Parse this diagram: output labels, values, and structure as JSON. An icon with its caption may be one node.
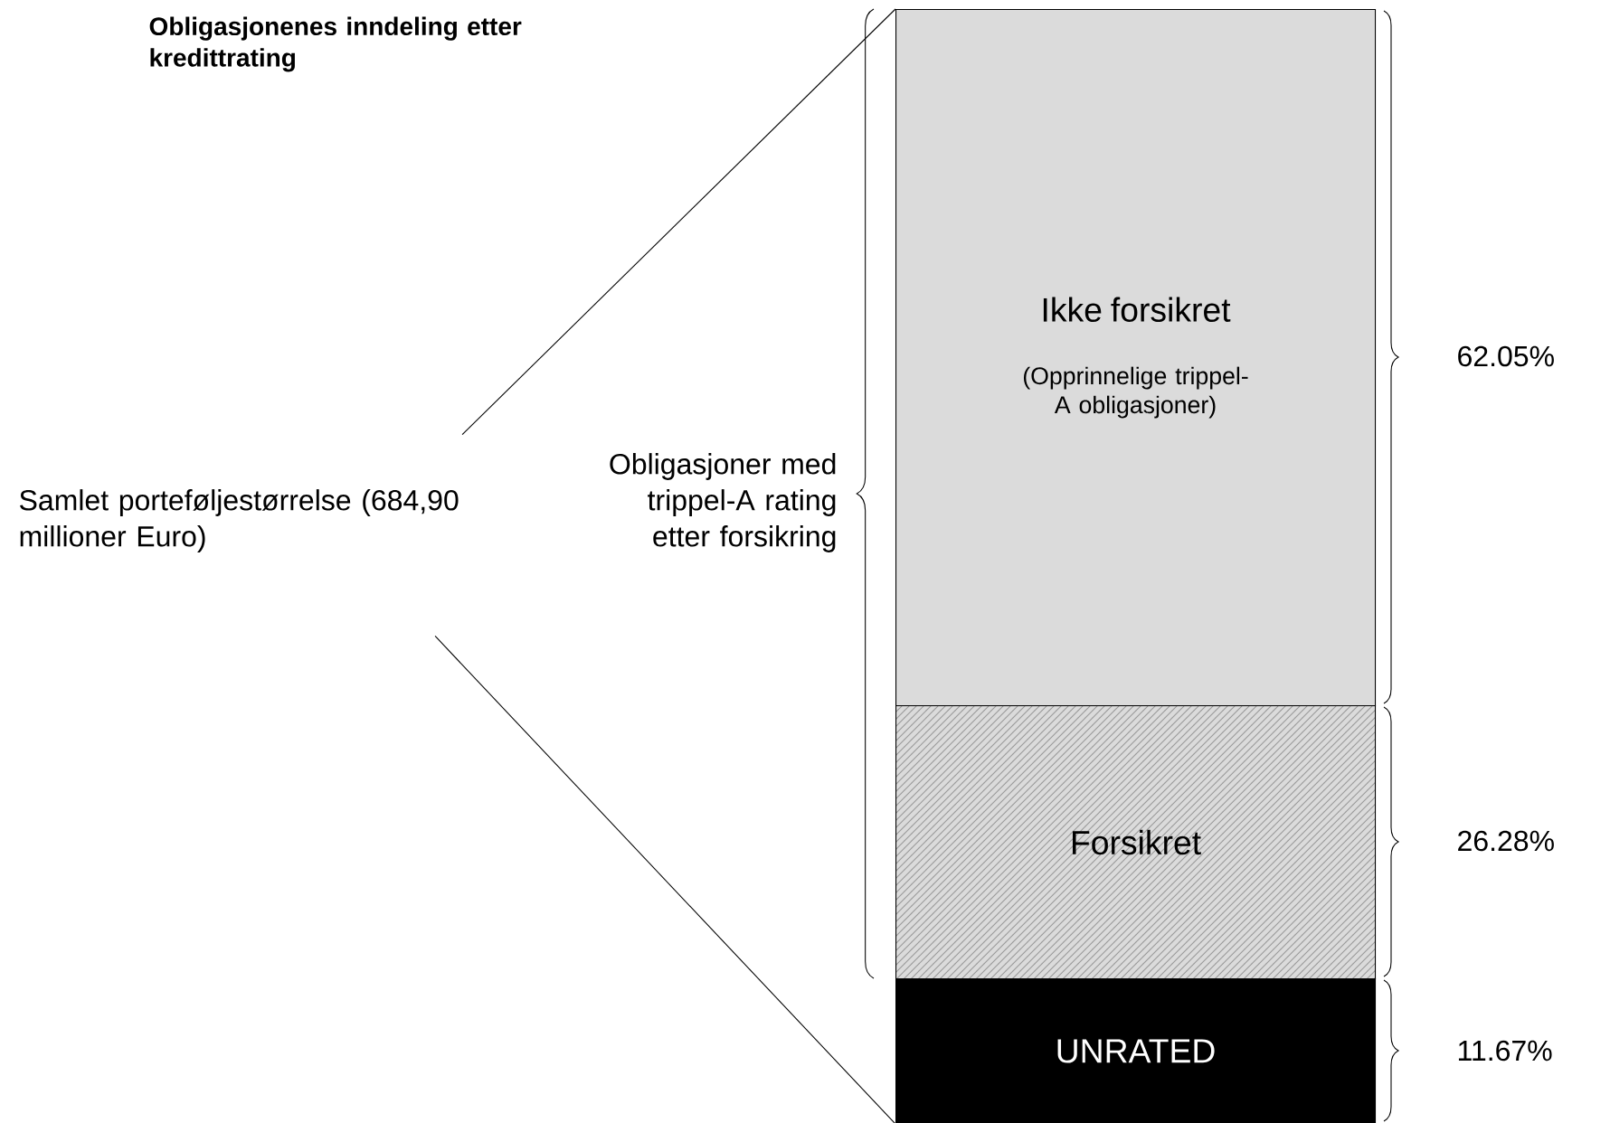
{
  "diagram": {
    "title": "Obligasjonenes inndeling etter kredittrating",
    "nodes": [
      {
        "text": [
          "Ikke forsikret",
          "(Opprinnelige trippel-A obligasjoner)"
        ],
        "beside": [
          "62.05%"
        ]
      },
      {
        "text": [
          "Forsikret"
        ],
        "beside": [
          "26.28%"
        ]
      },
      {
        "text": [
          "UNRATED"
        ],
        "beside": [
          "11.67%"
        ]
      },
      {
        "text": [
          "Samlet porteføljestørrelse (684,90 millioner Euro)"
        ]
      }
    ],
    "edges": [
      {
        "from": 3,
        "to": 0,
        "arrow": "none"
      },
      {
        "from": 3,
        "to": 2,
        "arrow": "none"
      }
    ],
    "labels": [
      "Obligasjoner med trippel-A rating etter forsikring"
    ]
  }
}
